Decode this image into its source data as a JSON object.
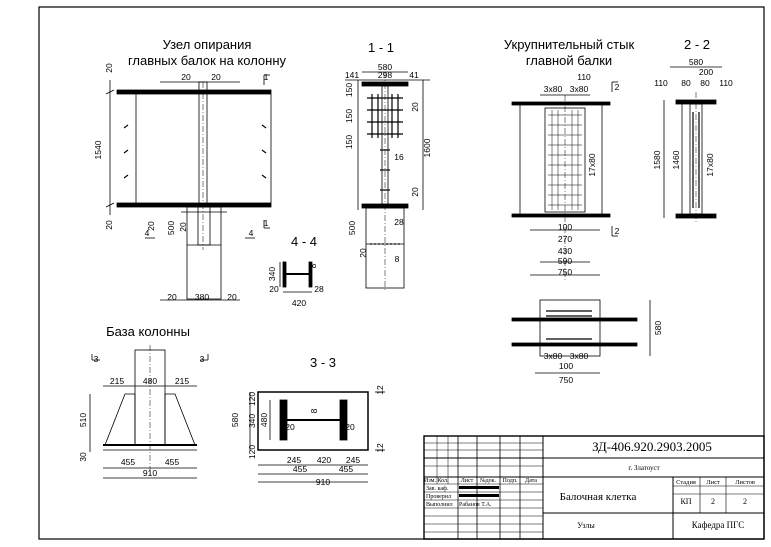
{
  "sheet": {
    "node_title_1": "Узел опирания",
    "node_title_2": "главных балок на колонну",
    "section_1_1": "1 - 1",
    "splice_title_1": "Укрупнительный стык",
    "splice_title_2": "главной балки",
    "section_2_2": "2 - 2",
    "section_4_4": "4 - 4",
    "base_title": "База колонны",
    "section_3_3": "3 - 3"
  },
  "marks": {
    "m1": "1",
    "m2": "2",
    "m3": "3",
    "m4": "4"
  },
  "dims": {
    "node": {
      "w20a": "20",
      "w20b": "20",
      "h20": "20",
      "h1540": "1540",
      "h20b": "20",
      "c500": "500",
      "c20a": "20",
      "c20b": "20",
      "b20a": "20",
      "b380": "380",
      "b20b": "20"
    },
    "sec11": {
      "w580": "580",
      "w141": "141",
      "w298": "298",
      "w41": "41",
      "h150a": "150",
      "h150b": "150",
      "h150c": "150",
      "h20a": "20",
      "h1600": "1600",
      "h16": "16",
      "h20b": "20",
      "h500": "500",
      "h28": "28",
      "h20c": "20",
      "h8": "8"
    },
    "sec44": {
      "h340": "340",
      "h20": "20",
      "w8": "8",
      "w28": "28",
      "w420": "420"
    },
    "splice": {
      "b110": "110",
      "b3x80a": "3x80",
      "b3x80b": "3x80",
      "v17x80": "17x80",
      "w100": "100",
      "w270": "270",
      "w430": "430",
      "w590": "590",
      "w750": "750",
      "p3x80a": "3x80",
      "p3x80b": "3x80",
      "p100": "100",
      "p750": "750",
      "p580": "580"
    },
    "sec22": {
      "w580": "580",
      "w200": "200",
      "w110a": "110",
      "w80a": "80",
      "w80b": "80",
      "w110b": "110",
      "h1580": "1580",
      "h1460": "1460",
      "v17x80": "17x80"
    },
    "base": {
      "w215a": "215",
      "w480": "480",
      "w215b": "215",
      "h510": "510",
      "h30": "30",
      "w455a": "455",
      "w455b": "455",
      "w910": "910"
    },
    "sec33": {
      "h580": "580",
      "h120a": "120",
      "h340": "340",
      "h120b": "120",
      "h480": "480",
      "w20a": "20",
      "w8": "8",
      "w20b": "20",
      "v12a": "12",
      "v12b": "12",
      "w245a": "245",
      "w420": "420",
      "w245b": "245",
      "w455a": "455",
      "w455b": "455",
      "w910": "910"
    }
  },
  "title_block": {
    "doc_code": "ЗД-406.920.2903.2005",
    "city": "г. Златоуст",
    "h_izm": "Изм.",
    "h_kol": "Кол.",
    "h_list": "Лист",
    "h_ndok": "№док.",
    "h_podp": "Подп.",
    "h_data": "Дата",
    "r_zav": "Зав. каф.",
    "r_prov": "Проверил",
    "r_vyp": "Выполнил",
    "r_vyp_name": "Рабанов Т.А.",
    "project": "Балочная клетка",
    "sheet_name": "Узлы",
    "stage_h": "Стадия",
    "list_h": "Лист",
    "lists_h": "Листов",
    "stage": "КП",
    "list": "2",
    "lists": "2",
    "dept": "Кафедра ПГС"
  }
}
